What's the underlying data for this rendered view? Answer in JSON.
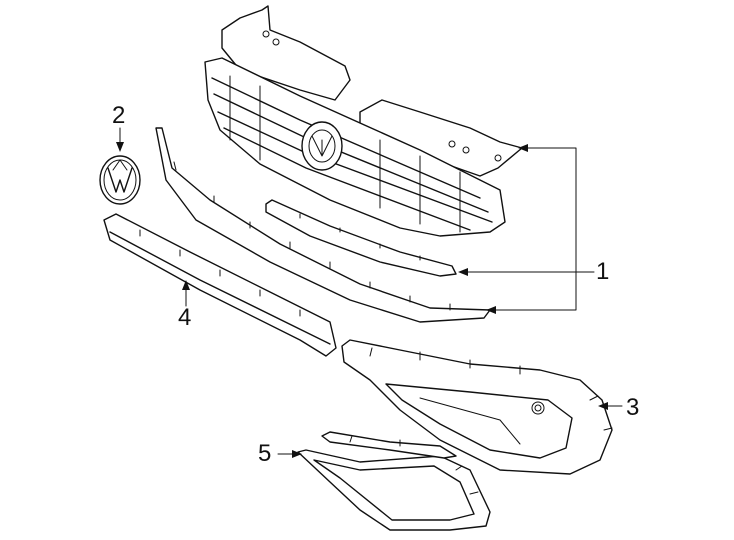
{
  "callouts": {
    "grille_assembly": "1",
    "emblem": "2",
    "fog_lamp_bezel": "3",
    "lower_molding": "4",
    "bezel_trim": "5"
  }
}
